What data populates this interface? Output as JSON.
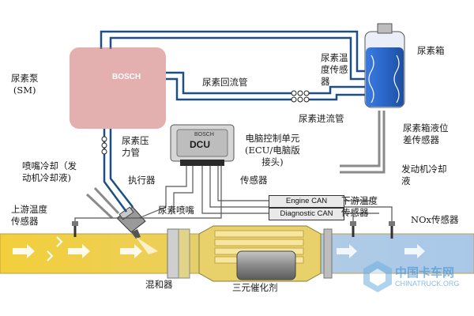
{
  "labels": {
    "pump": "尿素泵\n(SM)",
    "return_pipe": "尿素回流管",
    "tank_temp_sensor": "尿素温\n度传感\n器",
    "tank": "尿素箱",
    "supply_pipe": "尿素进流管",
    "level_sensor": "尿素箱液位\n差传感器",
    "pressure_sensor": "尿素压\n力管",
    "ecu": "电脑控制单元\n(ECU/电脑版\n接头)",
    "nozzle_cooling": "喷嘴冷却（发\n动机冷却液)",
    "actuator": "执行器",
    "sensor": "传感器",
    "engine_coolant": "发动机冷却\n液",
    "upstream_temp": "上游温度\n传感器",
    "urea_nozzle": "尿素喷嘴",
    "downstream_temp": "下游温度\n传感器",
    "nox_sensor": "NOx传感器",
    "mixer": "混和器",
    "catalyst": "三元催化剂"
  },
  "can": {
    "engine": "Engine CAN",
    "diagnostic": "Diagnostic CAN"
  },
  "device_text": {
    "pump_brand": "BOSCH",
    "dcu": "DCU",
    "dcu_brand": "BOSCH"
  },
  "watermark": {
    "cn": "中国卡车网",
    "en": "CHINATRUCK.ORG"
  },
  "colors": {
    "exhaust_upstream": "#f2cf3a",
    "exhaust_downstream": "#a9c8e8",
    "pipe": "#1c4f86",
    "pump_highlight": "#d98e8e",
    "tank_fluid": "#2a66c9"
  }
}
